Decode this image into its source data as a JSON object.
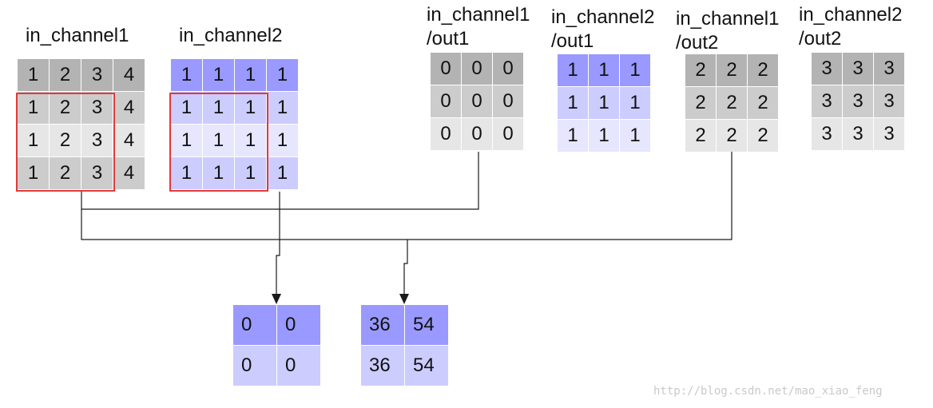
{
  "inputs": [
    {
      "label": "in_channel1",
      "rows": [
        [
          "1",
          "2",
          "3",
          "4"
        ],
        [
          "1",
          "2",
          "3",
          "4"
        ],
        [
          "1",
          "2",
          "3",
          "4"
        ],
        [
          "1",
          "2",
          "3",
          "4"
        ]
      ],
      "row_colors": [
        "#b3b3b3",
        "#cccccc",
        "#e6e6e6",
        "#cccccc"
      ]
    },
    {
      "label": "in_channel2",
      "rows": [
        [
          "1",
          "1",
          "1",
          "1"
        ],
        [
          "1",
          "1",
          "1",
          "1"
        ],
        [
          "1",
          "1",
          "1",
          "1"
        ],
        [
          "1",
          "1",
          "1",
          "1"
        ]
      ],
      "row_colors": [
        "#9999ff",
        "#ccccff",
        "#e6e6ff",
        "#ccccff"
      ]
    }
  ],
  "kernels": [
    {
      "label_line1": "in_channel1",
      "label_line2": "/out1",
      "rows": [
        [
          "0",
          "0",
          "0"
        ],
        [
          "0",
          "0",
          "0"
        ],
        [
          "0",
          "0",
          "0"
        ]
      ],
      "row_colors": [
        "#b3b3b3",
        "#cccccc",
        "#e6e6e6"
      ]
    },
    {
      "label_line1": "in_channel2",
      "label_line2": "/out1",
      "rows": [
        [
          "1",
          "1",
          "1"
        ],
        [
          "1",
          "1",
          "1"
        ],
        [
          "1",
          "1",
          "1"
        ]
      ],
      "row_colors": [
        "#9999ff",
        "#ccccff",
        "#e6e6ff"
      ]
    },
    {
      "label_line1": "in_channel1",
      "label_line2": "/out2",
      "rows": [
        [
          "2",
          "2",
          "2"
        ],
        [
          "2",
          "2",
          "2"
        ],
        [
          "2",
          "2",
          "2"
        ]
      ],
      "row_colors": [
        "#b3b3b3",
        "#cccccc",
        "#e6e6e6"
      ]
    },
    {
      "label_line1": "in_channel2",
      "label_line2": "/out2",
      "rows": [
        [
          "3",
          "3",
          "3"
        ],
        [
          "3",
          "3",
          "3"
        ],
        [
          "3",
          "3",
          "3"
        ]
      ],
      "row_colors": [
        "#b3b3b3",
        "#cccccc",
        "#e6e6e6"
      ]
    }
  ],
  "outputs": [
    {
      "rows": [
        [
          "0",
          "0"
        ],
        [
          "0",
          "0"
        ]
      ],
      "row_colors": [
        "#9999ff",
        "#ccccff"
      ]
    },
    {
      "rows": [
        [
          "36",
          "54"
        ],
        [
          "36",
          "54"
        ]
      ],
      "row_colors": [
        "#9999ff",
        "#ccccff"
      ]
    }
  ],
  "colors": {
    "highlight": "#e03a3a",
    "wire": "#1a1a1a"
  },
  "watermark": "http://blog.csdn.net/mao_xiao_feng"
}
